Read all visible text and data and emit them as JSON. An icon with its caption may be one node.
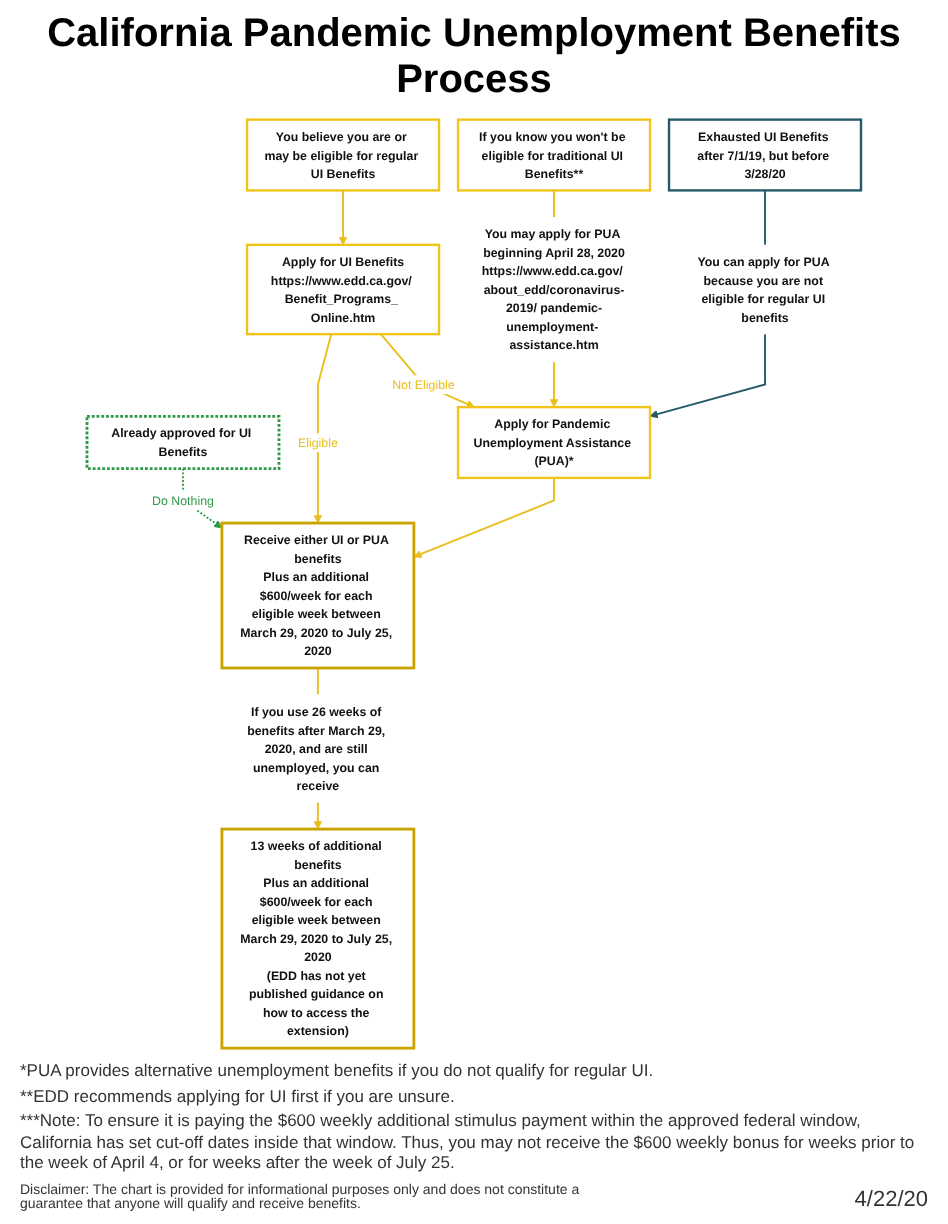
{
  "diagram": {
    "title": "California Pandemic Unemployment Benefits Process",
    "nodes": [
      {
        "text": [
          "Already approved for UI Benefits"
        ]
      },
      {
        "text": [
          "You believe you are or may be eligible for regular UI Benefits"
        ]
      },
      {
        "text": [
          "If you know you won't be eligible for traditional UI Benefits**"
        ]
      },
      {
        "text": [
          "Exhausted UI Benefits after 7/1/19, but before 3/28/20"
        ]
      },
      {
        "text": [
          "Apply for UI Benefits",
          "https://www.edd.ca.gov/ Benefit_Programs_ Online.htm"
        ]
      },
      {
        "text": [
          "You may apply for PUA beginning April 28, 2020",
          "https://www.edd.ca.gov/ about_edd/coronavirus-2019/ pandemic-unemployment- assistance.htm"
        ]
      },
      {
        "text": [
          "You can apply for PUA because you are not eligible for regular UI benefits"
        ]
      },
      {
        "text": [
          "Apply for Pandemic Unemployment Assistance (PUA)*"
        ]
      },
      {
        "text": [
          "Receive either UI or PUA benefits",
          "Plus an additional $600/week for each eligible week between March 29, 2020 to July 25, 2020"
        ]
      },
      {
        "text": [
          "If you use 26 weeks of benefits after March 29, 2020, and are still unemployed, you can receive"
        ]
      },
      {
        "text": [
          "13 weeks of additional benefits",
          "Plus an additional $600/week for each eligible week between March 29, 2020 to July 25, 2020",
          "(EDD has not yet published guidance on how to access the extension)"
        ]
      }
    ],
    "edges": [
      {
        "from": 0,
        "to": 8,
        "arrow": "to",
        "label": "Do Nothing",
        "style": "dashed",
        "color": "#2e9a48"
      },
      {
        "from": 1,
        "to": 4,
        "arrow": "to"
      },
      {
        "from": 4,
        "to": 8,
        "arrow": "to",
        "label": "Eligible"
      },
      {
        "from": 4,
        "to": 7,
        "arrow": "to",
        "label": "Not Eligible"
      },
      {
        "from": 2,
        "to": 5,
        "arrow": "none"
      },
      {
        "from": 5,
        "to": 7,
        "arrow": "to"
      },
      {
        "from": 3,
        "to": 6,
        "arrow": "none",
        "color": "#24596a"
      },
      {
        "from": 6,
        "to": 7,
        "arrow": "to",
        "color": "#24596a"
      },
      {
        "from": 7,
        "to": 8,
        "arrow": "to"
      },
      {
        "from": 8,
        "to": 9,
        "arrow": "none"
      },
      {
        "from": 9,
        "to": 10,
        "arrow": "to"
      }
    ],
    "labels": [
      "*PUA provides alternative unemployment benefits if you do not qualify for regular UI.",
      "**EDD recommends applying for UI first if you are unsure.",
      "***Note: To ensure it is paying the $600 weekly additional stimulus payment within the approved federal window, California has set cut-off dates inside that window. Thus, you may not receive the $600 weekly bonus for weeks prior to the week of April 4, or for weeks after the week of July 25.",
      "Disclaimer: The chart is provided for informational purposes only and does not constitute a guarantee that anyone will qualify and receive benefits.",
      "4/22/20"
    ]
  }
}
